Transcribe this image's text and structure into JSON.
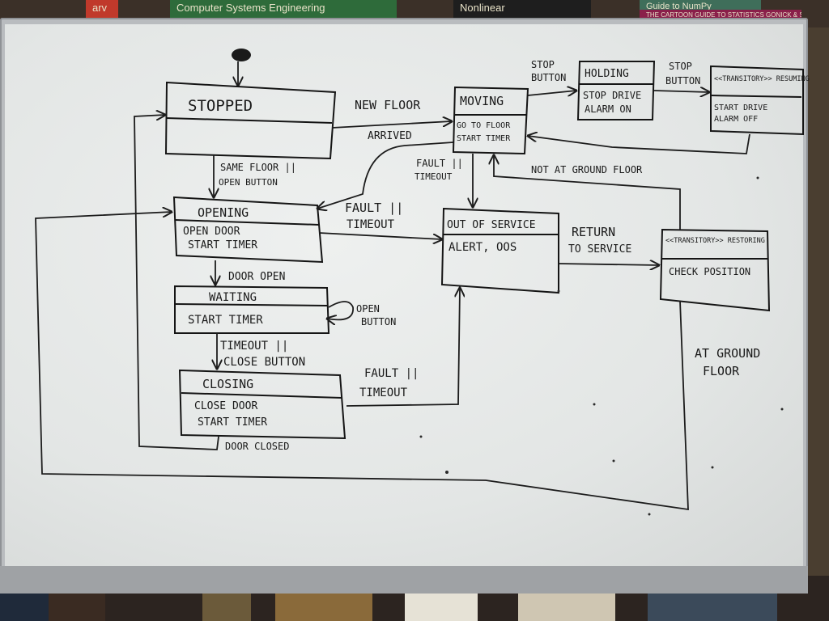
{
  "books_top": [
    {
      "text": "arv",
      "color": "#c0392b"
    },
    {
      "text": "Computer Systems Engineering",
      "color": "#2e6b3a"
    },
    {
      "text": "Nonlinear",
      "color": "#1e1e1e"
    },
    {
      "text": "Guide to NumPy",
      "color": "#3f6e5a"
    },
    {
      "text": "THE CARTOON GUIDE TO STATISTICS   GONICK & SMITH",
      "color": "#8a1f4a"
    }
  ],
  "states": {
    "stopped": {
      "name": "STOPPED",
      "actions": []
    },
    "moving": {
      "name": "MOVING",
      "actions": [
        "GO TO FLOOR",
        "START TIMER"
      ]
    },
    "holding": {
      "name": "HOLDING",
      "actions": [
        "STOP DRIVE",
        "ALARM ON"
      ]
    },
    "resuming": {
      "name": "<<TRANSITORY>> RESUMING",
      "actions": [
        "START DRIVE",
        "ALARM OFF"
      ]
    },
    "opening": {
      "name": "OPENING",
      "actions": [
        "OPEN DOOR",
        "START TIMER"
      ]
    },
    "out_of_service": {
      "name": "OUT OF SERVICE",
      "actions": [
        "ALERT, OOS"
      ]
    },
    "restoring": {
      "name": "<<TRANSITORY>> RESTORING",
      "actions": [
        "CHECK POSITION"
      ]
    },
    "waiting": {
      "name": "WAITING",
      "actions": [
        "START TIMER"
      ]
    },
    "closing": {
      "name": "CLOSING",
      "actions": [
        "CLOSE DOOR",
        "START TIMER"
      ]
    }
  },
  "transitions": {
    "new_floor": "NEW FLOOR",
    "arrived": "ARRIVED",
    "stop_button_1a": "STOP",
    "stop_button_1b": "BUTTON",
    "stop_button_2a": "STOP",
    "stop_button_2b": "BUTTON",
    "same_floor_a": "SAME FLOOR ||",
    "same_floor_b": "OPEN BUTTON",
    "fault_moving_a": "FAULT ||",
    "fault_moving_b": "TIMEOUT",
    "fault_opening_a": "FAULT ||",
    "fault_opening_b": "TIMEOUT",
    "not_ground": "NOT AT GROUND FLOOR",
    "return_a": "RETURN",
    "return_b": "TO SERVICE",
    "door_open": "DOOR OPEN",
    "open_button_a": "OPEN",
    "open_button_b": "BUTTON",
    "timeout_close_a": "TIMEOUT ||",
    "timeout_close_b": "CLOSE BUTTON",
    "fault_closing_a": "FAULT ||",
    "fault_closing_b": "TIMEOUT",
    "door_closed": "DOOR CLOSED",
    "at_ground_a": "AT GROUND",
    "at_ground_b": "FLOOR"
  }
}
